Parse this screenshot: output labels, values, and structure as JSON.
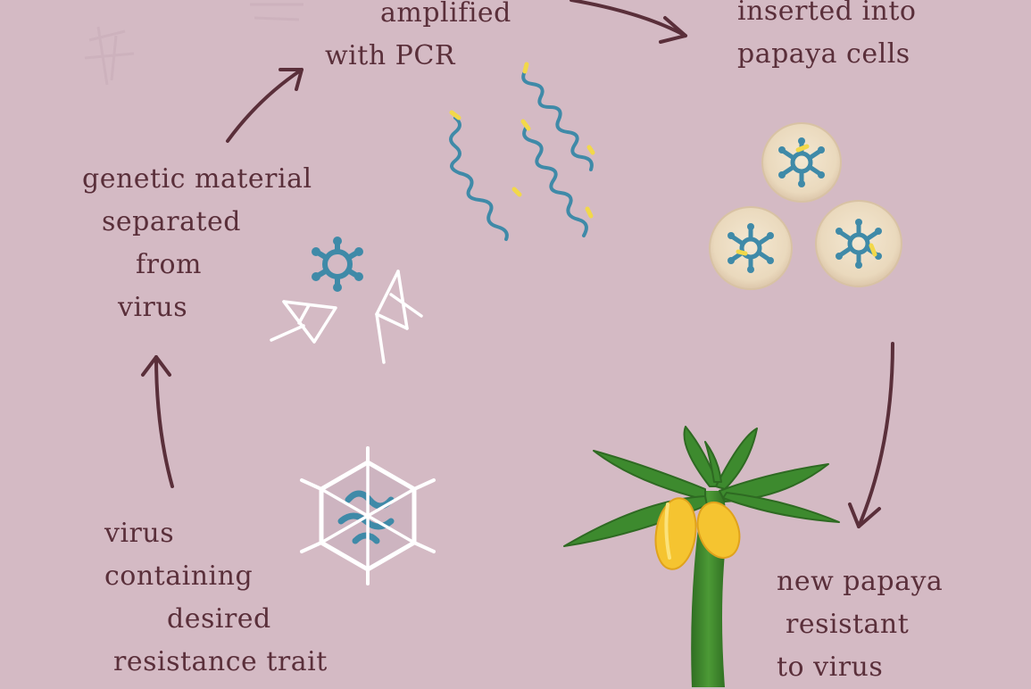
{
  "labels": {
    "amplified": [
      "amplified",
      "with PCR"
    ],
    "inserted": [
      "inserted into",
      "papaya cells"
    ],
    "genetic": [
      "genetic material",
      "separated",
      "from",
      "virus"
    ],
    "virus_trait": [
      "virus",
      "containing",
      "desired",
      "resistance trait"
    ],
    "new_papaya": [
      "new papaya",
      "resistant",
      "to virus"
    ]
  },
  "colors": {
    "background": "#d4bac4",
    "text": "#5a2f3a",
    "arrow": "#5a2f3a",
    "dna_strand": "#3f8aa8",
    "dna_tip": "#f2d84a",
    "cell_fill": "#efe0c6",
    "virus_shell": "#ffffff",
    "leaf": "#3d8a2e",
    "fruit": "#f5c430"
  },
  "icons": [
    "arrow-icon",
    "dna-strand-icon",
    "papaya-cell-icon",
    "virus-capsid-icon",
    "genetic-material-icon",
    "papaya-tree-icon"
  ]
}
